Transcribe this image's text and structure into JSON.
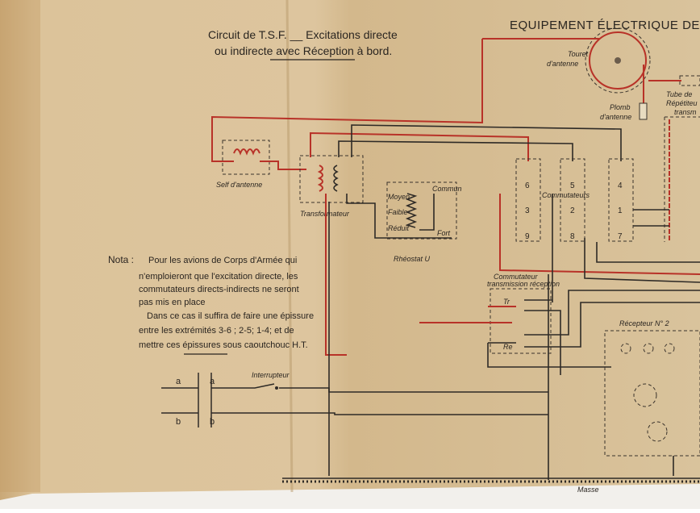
{
  "title": {
    "line1": "Circuit de T.S.F. __ Excitations directe",
    "line2": "ou indirecte avec Réception à bord.",
    "header": "EQUIPEMENT ÉLECTRIQUE DES"
  },
  "labels": {
    "touret": [
      "Touret",
      "d'antenne"
    ],
    "plomb": [
      "Plomb",
      "d'antenne"
    ],
    "tube": [
      "Tube de",
      "Répétiteu",
      "transm"
    ],
    "self": "Self d'antenne",
    "transformateur": "Transformateur",
    "rheostat": "Rhéostat  U",
    "rheostat_taps": [
      "Moyen",
      "Faible",
      "Réduit",
      "Commun",
      "Fort"
    ],
    "commutateurs": "Commutateurs",
    "terminals": [
      "6",
      "3",
      "9",
      "5",
      "2",
      "8",
      "4",
      "1",
      "7"
    ],
    "commutateur_tr": [
      "Commutateur",
      "transmission réception"
    ],
    "tr": "Tr",
    "re": "Re",
    "recepteur": "Récepteur N° 2",
    "interrupteur": "Interrupteur",
    "a": "a",
    "b": "b",
    "masse": "Masse"
  },
  "nota": {
    "label": "Nota :",
    "lines": [
      "Pour les avions de Corps d'Armée qui",
      "n'emploieront que l'excitation directe, les",
      "commutateurs directs-indirects ne seront",
      "pas mis en place",
      "Dans ce cas il suffira de faire une épissure",
      "entre les extrémités 3-6 ;  2-5;  1-4; et de",
      "mettre ces épissures sous caoutchouc H.T."
    ]
  },
  "colors": {
    "paper": "#dcc49c",
    "red_wire": "#b83228",
    "black_wire": "#2e2a26"
  }
}
